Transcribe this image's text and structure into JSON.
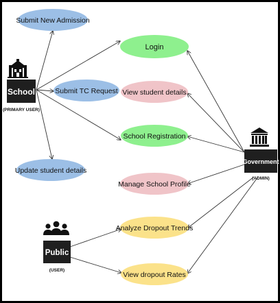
{
  "actors": {
    "school": {
      "label": "School",
      "role": "(PRIMARY USER)",
      "icon": "school-building-icon",
      "color": "#1f1f1f"
    },
    "government": {
      "label": "Government",
      "role": "(ADMIN)",
      "icon": "government-building-icon",
      "color": "#1f1f1f"
    },
    "public": {
      "label": "Public",
      "role": "(USER)",
      "icon": "people-group-icon",
      "color": "#1f1f1f"
    }
  },
  "use_cases": {
    "submit_new_admission": {
      "label": "Submit New Admission",
      "color": "#9cbfe6"
    },
    "submit_tc_request": {
      "label": "Submit TC Request",
      "color": "#9cbfe6"
    },
    "update_student_details": {
      "label": "Update student details",
      "color": "#9cbfe6"
    },
    "login": {
      "label": "Login",
      "color": "#8ef08e"
    },
    "view_student_details": {
      "label": "View student details",
      "color": "#f0c4c8"
    },
    "school_registration": {
      "label": "School Registration",
      "color": "#8ef08e"
    },
    "manage_school_profile": {
      "label": "Manage School Profile",
      "color": "#f0c4c8"
    },
    "analyze_dropout_trends": {
      "label": "Analyze Dropout Trends",
      "color": "#fbe28a"
    },
    "view_dropout_rates": {
      "label": "View dropout Rates",
      "color": "#fbe28a"
    }
  }
}
